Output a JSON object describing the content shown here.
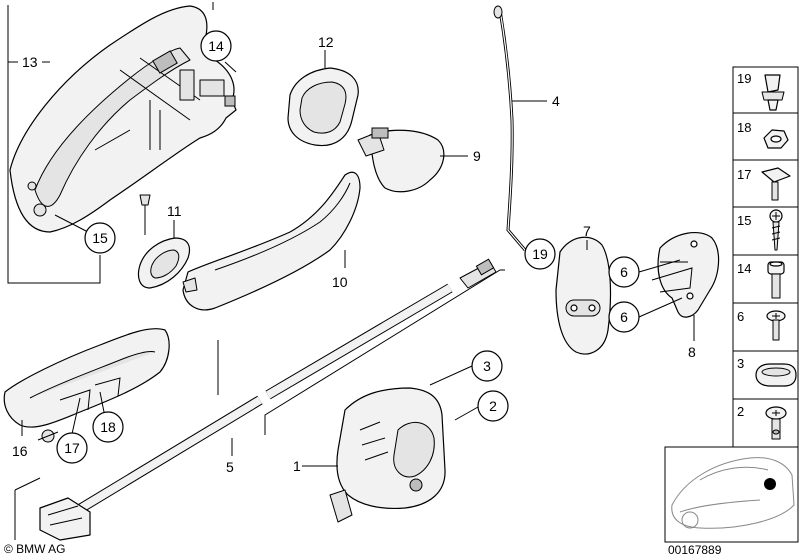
{
  "callouts": {
    "p1": "1",
    "p2": "2",
    "p3": "3",
    "p4": "4",
    "p5": "5",
    "p6a": "6",
    "p6b": "6",
    "p7": "7",
    "p8": "8",
    "p9": "9",
    "p10": "10",
    "p11": "11",
    "p12": "12",
    "p13": "13",
    "p14": "14",
    "p15": "15",
    "p16": "16",
    "p17": "17",
    "p18": "18",
    "p19": "19"
  },
  "legend": [
    {
      "num": "19",
      "icon": "clip-icon"
    },
    {
      "num": "18",
      "icon": "hex-nut-icon"
    },
    {
      "num": "17",
      "icon": "square-head-bolt-icon"
    },
    {
      "num": "15",
      "icon": "phillips-screw-icon"
    },
    {
      "num": "14",
      "icon": "socket-bolt-icon"
    },
    {
      "num": "6",
      "icon": "torx-screw-icon"
    },
    {
      "num": "3",
      "icon": "grommet-icon"
    },
    {
      "num": "2",
      "icon": "torx-bolt-icon"
    }
  ],
  "footer": {
    "copyright": "© BMW AG",
    "diagram_id": "00167889"
  }
}
